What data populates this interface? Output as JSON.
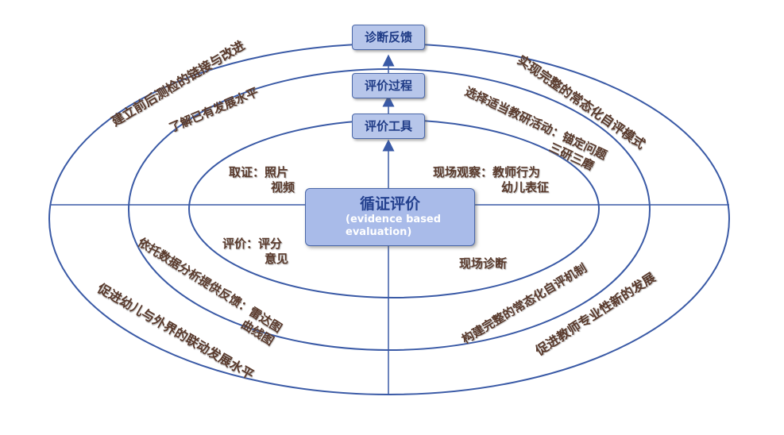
{
  "center": {
    "title": "循证评价",
    "subtitle_line1": "(evidence based",
    "subtitle_line2": "evaluation)"
  },
  "chain": {
    "tool": "评价工具",
    "process": "评价过程",
    "feedback": "诊断反馈"
  },
  "inner": {
    "top_left_line1": "取证：照片",
    "top_left_line2": "视频",
    "top_right_line1": "现场观察：教师行为",
    "top_right_line2": "幼儿表征",
    "bottom_left_line1": "评价：评分",
    "bottom_left_line2": "意见",
    "bottom_right": "现场诊断"
  },
  "middle": {
    "top_left": "了解已有发展水平",
    "top_right_line1": "选择适当教研活动：锚定问题",
    "top_right_line2": "三研三磨",
    "bottom_left_line1": "依托数据分析提供反馈：雷达图",
    "bottom_left_line2": "曲线图",
    "bottom_right": "构建完整的常态化自评机制"
  },
  "outer": {
    "top_left": "建立前后测检的链接与改进",
    "top_right": "实现完整的常态化自评模式",
    "bottom_left": "促进幼儿与外界的联动发展水平",
    "bottom_right": "促进教师专业性新的发展"
  },
  "colors": {
    "line": "#3a5aa6",
    "box_fill": "#b7c6ea",
    "center_fill": "#a9bbe9",
    "title_text": "#1f3b86",
    "label_text": "#5a3a2c"
  }
}
